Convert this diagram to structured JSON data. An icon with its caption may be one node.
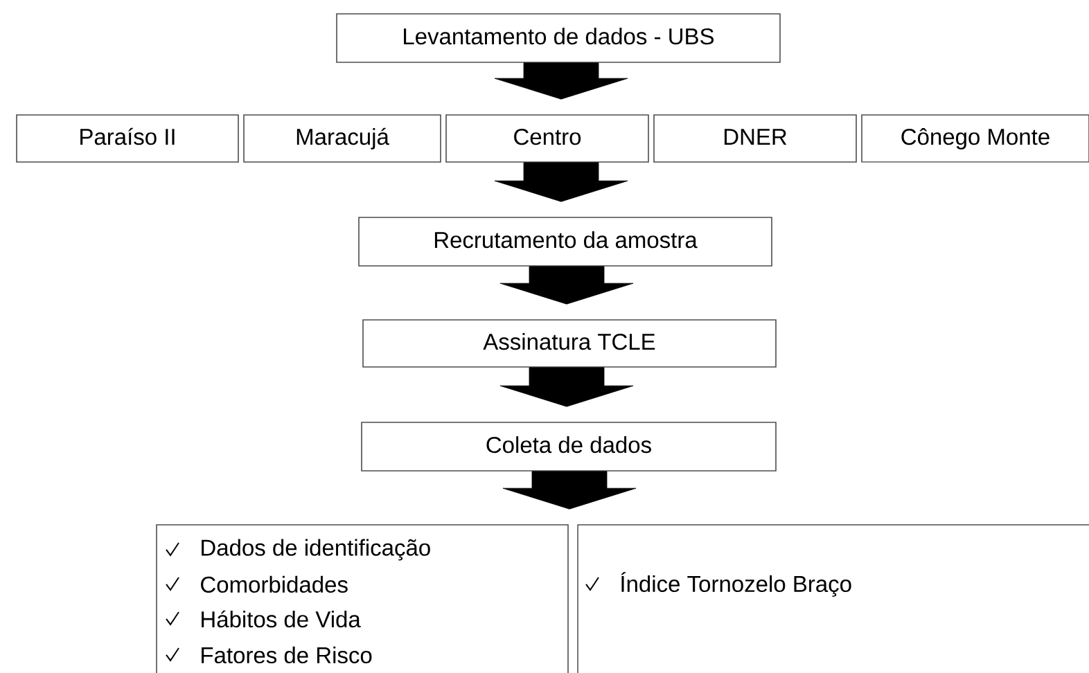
{
  "diagram": {
    "nodes": [
      {
        "text": [
          "Levantamento de dados - UBS"
        ]
      },
      {
        "text": [
          "Paraíso II"
        ]
      },
      {
        "text": [
          "Maracujá"
        ]
      },
      {
        "text": [
          "Centro"
        ]
      },
      {
        "text": [
          "DNER"
        ]
      },
      {
        "text": [
          "Cônego Monte"
        ]
      },
      {
        "text": [
          "Recrutamento da amostra"
        ]
      },
      {
        "text": [
          "Assinatura TCLE"
        ]
      },
      {
        "text": [
          "Coleta de dados"
        ]
      },
      {
        "text": [
          "Dados de identificação",
          "Comorbidades",
          "Hábitos de Vida",
          "Fatores de Risco"
        ]
      },
      {
        "text": [
          "Índice Tornozelo Braço"
        ]
      }
    ],
    "edges": [
      {
        "from": 0,
        "to": 3,
        "arrow": "to"
      },
      {
        "from": 3,
        "to": 6,
        "arrow": "to"
      },
      {
        "from": 6,
        "to": 7,
        "arrow": "to"
      },
      {
        "from": 7,
        "to": 8,
        "arrow": "to"
      },
      {
        "from": 8,
        "to": 9,
        "arrow": "to"
      },
      {
        "from": 8,
        "to": 10,
        "arrow": "to"
      }
    ]
  }
}
